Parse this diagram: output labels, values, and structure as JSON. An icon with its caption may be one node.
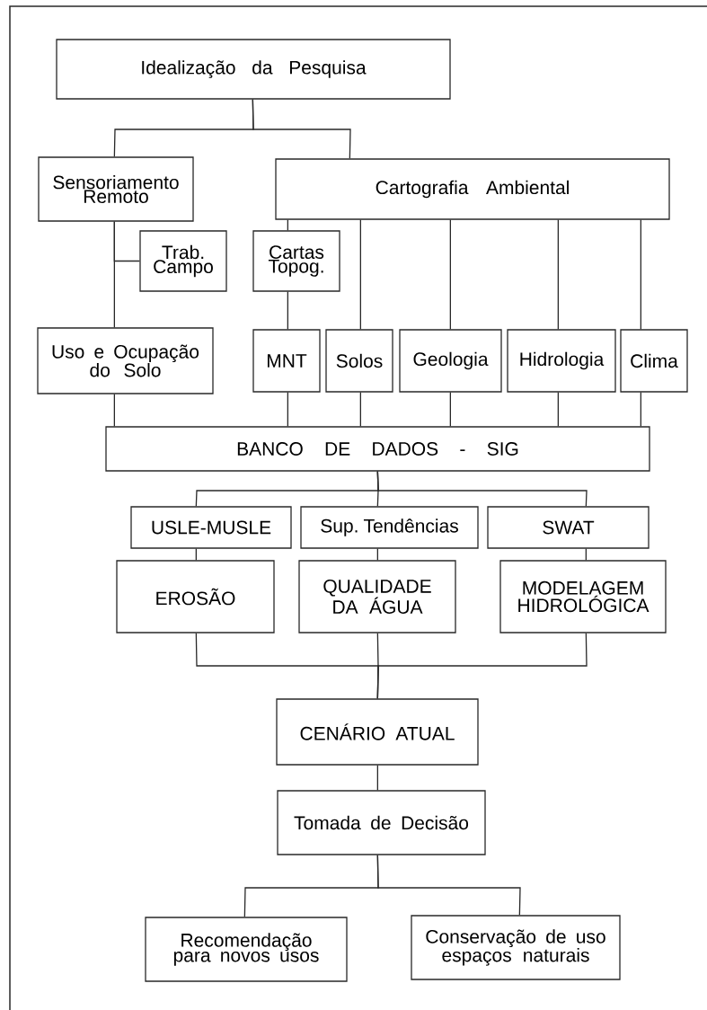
{
  "diagram": {
    "nodes": [
      {
        "text": [
          "Idealização da Pesquisa"
        ]
      },
      {
        "text": [
          "Sensoriamento Remoto"
        ]
      },
      {
        "text": [
          "Cartografia Ambiental"
        ]
      },
      {
        "text": [
          "Trab. Campo"
        ]
      },
      {
        "text": [
          "Cartas Topog."
        ]
      },
      {
        "text": [
          "Uso e Ocupação do Solo"
        ]
      },
      {
        "text": [
          "MNT"
        ]
      },
      {
        "text": [
          "Solos"
        ]
      },
      {
        "text": [
          "Geologia"
        ]
      },
      {
        "text": [
          "Hidrologia"
        ]
      },
      {
        "text": [
          "Clima"
        ]
      },
      {
        "text": [
          "BANCO DE DADOS - SIG"
        ]
      },
      {
        "text": [
          "USLE-MUSLE"
        ]
      },
      {
        "text": [
          "Sup. Tendências"
        ]
      },
      {
        "text": [
          "SWAT"
        ]
      },
      {
        "text": [
          "EROSÃO"
        ]
      },
      {
        "text": [
          "QUALIDADE DA ÁGUA"
        ]
      },
      {
        "text": [
          "MODELAGEM HIDROLÓGICA"
        ]
      },
      {
        "text": [
          "CENÁRIO ATUAL"
        ]
      },
      {
        "text": [
          "Tomada de Decisão"
        ]
      },
      {
        "text": [
          "Recomendação para novos usos"
        ]
      },
      {
        "text": [
          "Conservação de uso espaços naturais"
        ]
      }
    ],
    "edges": [
      {
        "from": 0,
        "to": 1,
        "arrow": "none"
      },
      {
        "from": 0,
        "to": 2,
        "arrow": "none"
      },
      {
        "from": 1,
        "to": 3,
        "arrow": "none"
      },
      {
        "from": 1,
        "to": 5,
        "arrow": "none"
      },
      {
        "from": 2,
        "to": 4,
        "arrow": "none"
      },
      {
        "from": 2,
        "to": 7,
        "arrow": "none"
      },
      {
        "from": 2,
        "to": 8,
        "arrow": "none"
      },
      {
        "from": 2,
        "to": 9,
        "arrow": "none"
      },
      {
        "from": 2,
        "to": 10,
        "arrow": "none"
      },
      {
        "from": 4,
        "to": 6,
        "arrow": "none"
      },
      {
        "from": 5,
        "to": 11,
        "arrow": "none"
      },
      {
        "from": 6,
        "to": 11,
        "arrow": "none"
      },
      {
        "from": 7,
        "to": 11,
        "arrow": "none"
      },
      {
        "from": 8,
        "to": 11,
        "arrow": "none"
      },
      {
        "from": 9,
        "to": 11,
        "arrow": "none"
      },
      {
        "from": 10,
        "to": 11,
        "arrow": "none"
      },
      {
        "from": 11,
        "to": 12,
        "arrow": "none"
      },
      {
        "from": 11,
        "to": 13,
        "arrow": "none"
      },
      {
        "from": 11,
        "to": 14,
        "arrow": "none"
      },
      {
        "from": 12,
        "to": 15,
        "arrow": "none"
      },
      {
        "from": 13,
        "to": 16,
        "arrow": "none"
      },
      {
        "from": 14,
        "to": 17,
        "arrow": "none"
      },
      {
        "from": 15,
        "to": 18,
        "arrow": "none"
      },
      {
        "from": 16,
        "to": 18,
        "arrow": "none"
      },
      {
        "from": 17,
        "to": 18,
        "arrow": "none"
      },
      {
        "from": 18,
        "to": 19,
        "arrow": "none"
      },
      {
        "from": 19,
        "to": 20,
        "arrow": "none"
      },
      {
        "from": 19,
        "to": 21,
        "arrow": "none"
      }
    ]
  }
}
